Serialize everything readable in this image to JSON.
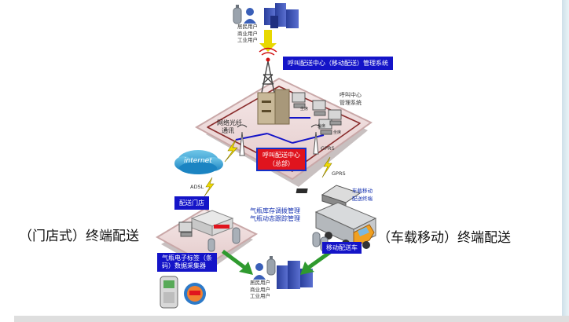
{
  "captions": {
    "left": "（门店式）终端配送",
    "right": "（车载移动）终端配送"
  },
  "top_users": [
    "居民用户",
    "商业用户",
    "工业用户"
  ],
  "bottom_users": [
    "居民用户",
    "商业用户",
    "工业用户"
  ],
  "call_center_system": "呼叫配送中心（移动配送）管理系统",
  "call_center_mgmt": [
    "呼叫中心",
    "管理系统"
  ],
  "network_label": [
    "网络光纤",
    "通讯"
  ],
  "hq_box": [
    "呼叫配送中心",
    "（总部）"
  ],
  "terminal_tag": "坐席",
  "gprs_upper": "GPRS",
  "gprs_lower": "GPRS",
  "internet": "internet",
  "adsl": "ADSL",
  "store_label": "配送门店",
  "cylinder_mgmt": [
    "气瓶库存调拨管理",
    "气瓶动态跟踪管理"
  ],
  "vehicle_terminal": [
    "车载移动",
    "配送终端"
  ],
  "mobile_truck": "移动配送车",
  "collector_label": [
    "气瓶电子标签（条",
    "码）数据采集器"
  ],
  "colors": {
    "label_blue": "#1414c8",
    "alert_red": "#e0141e",
    "arrow_green": "#2f9a2f",
    "arrow_yellow": "#e8d800",
    "platform_fill": "#ecd8d8"
  }
}
